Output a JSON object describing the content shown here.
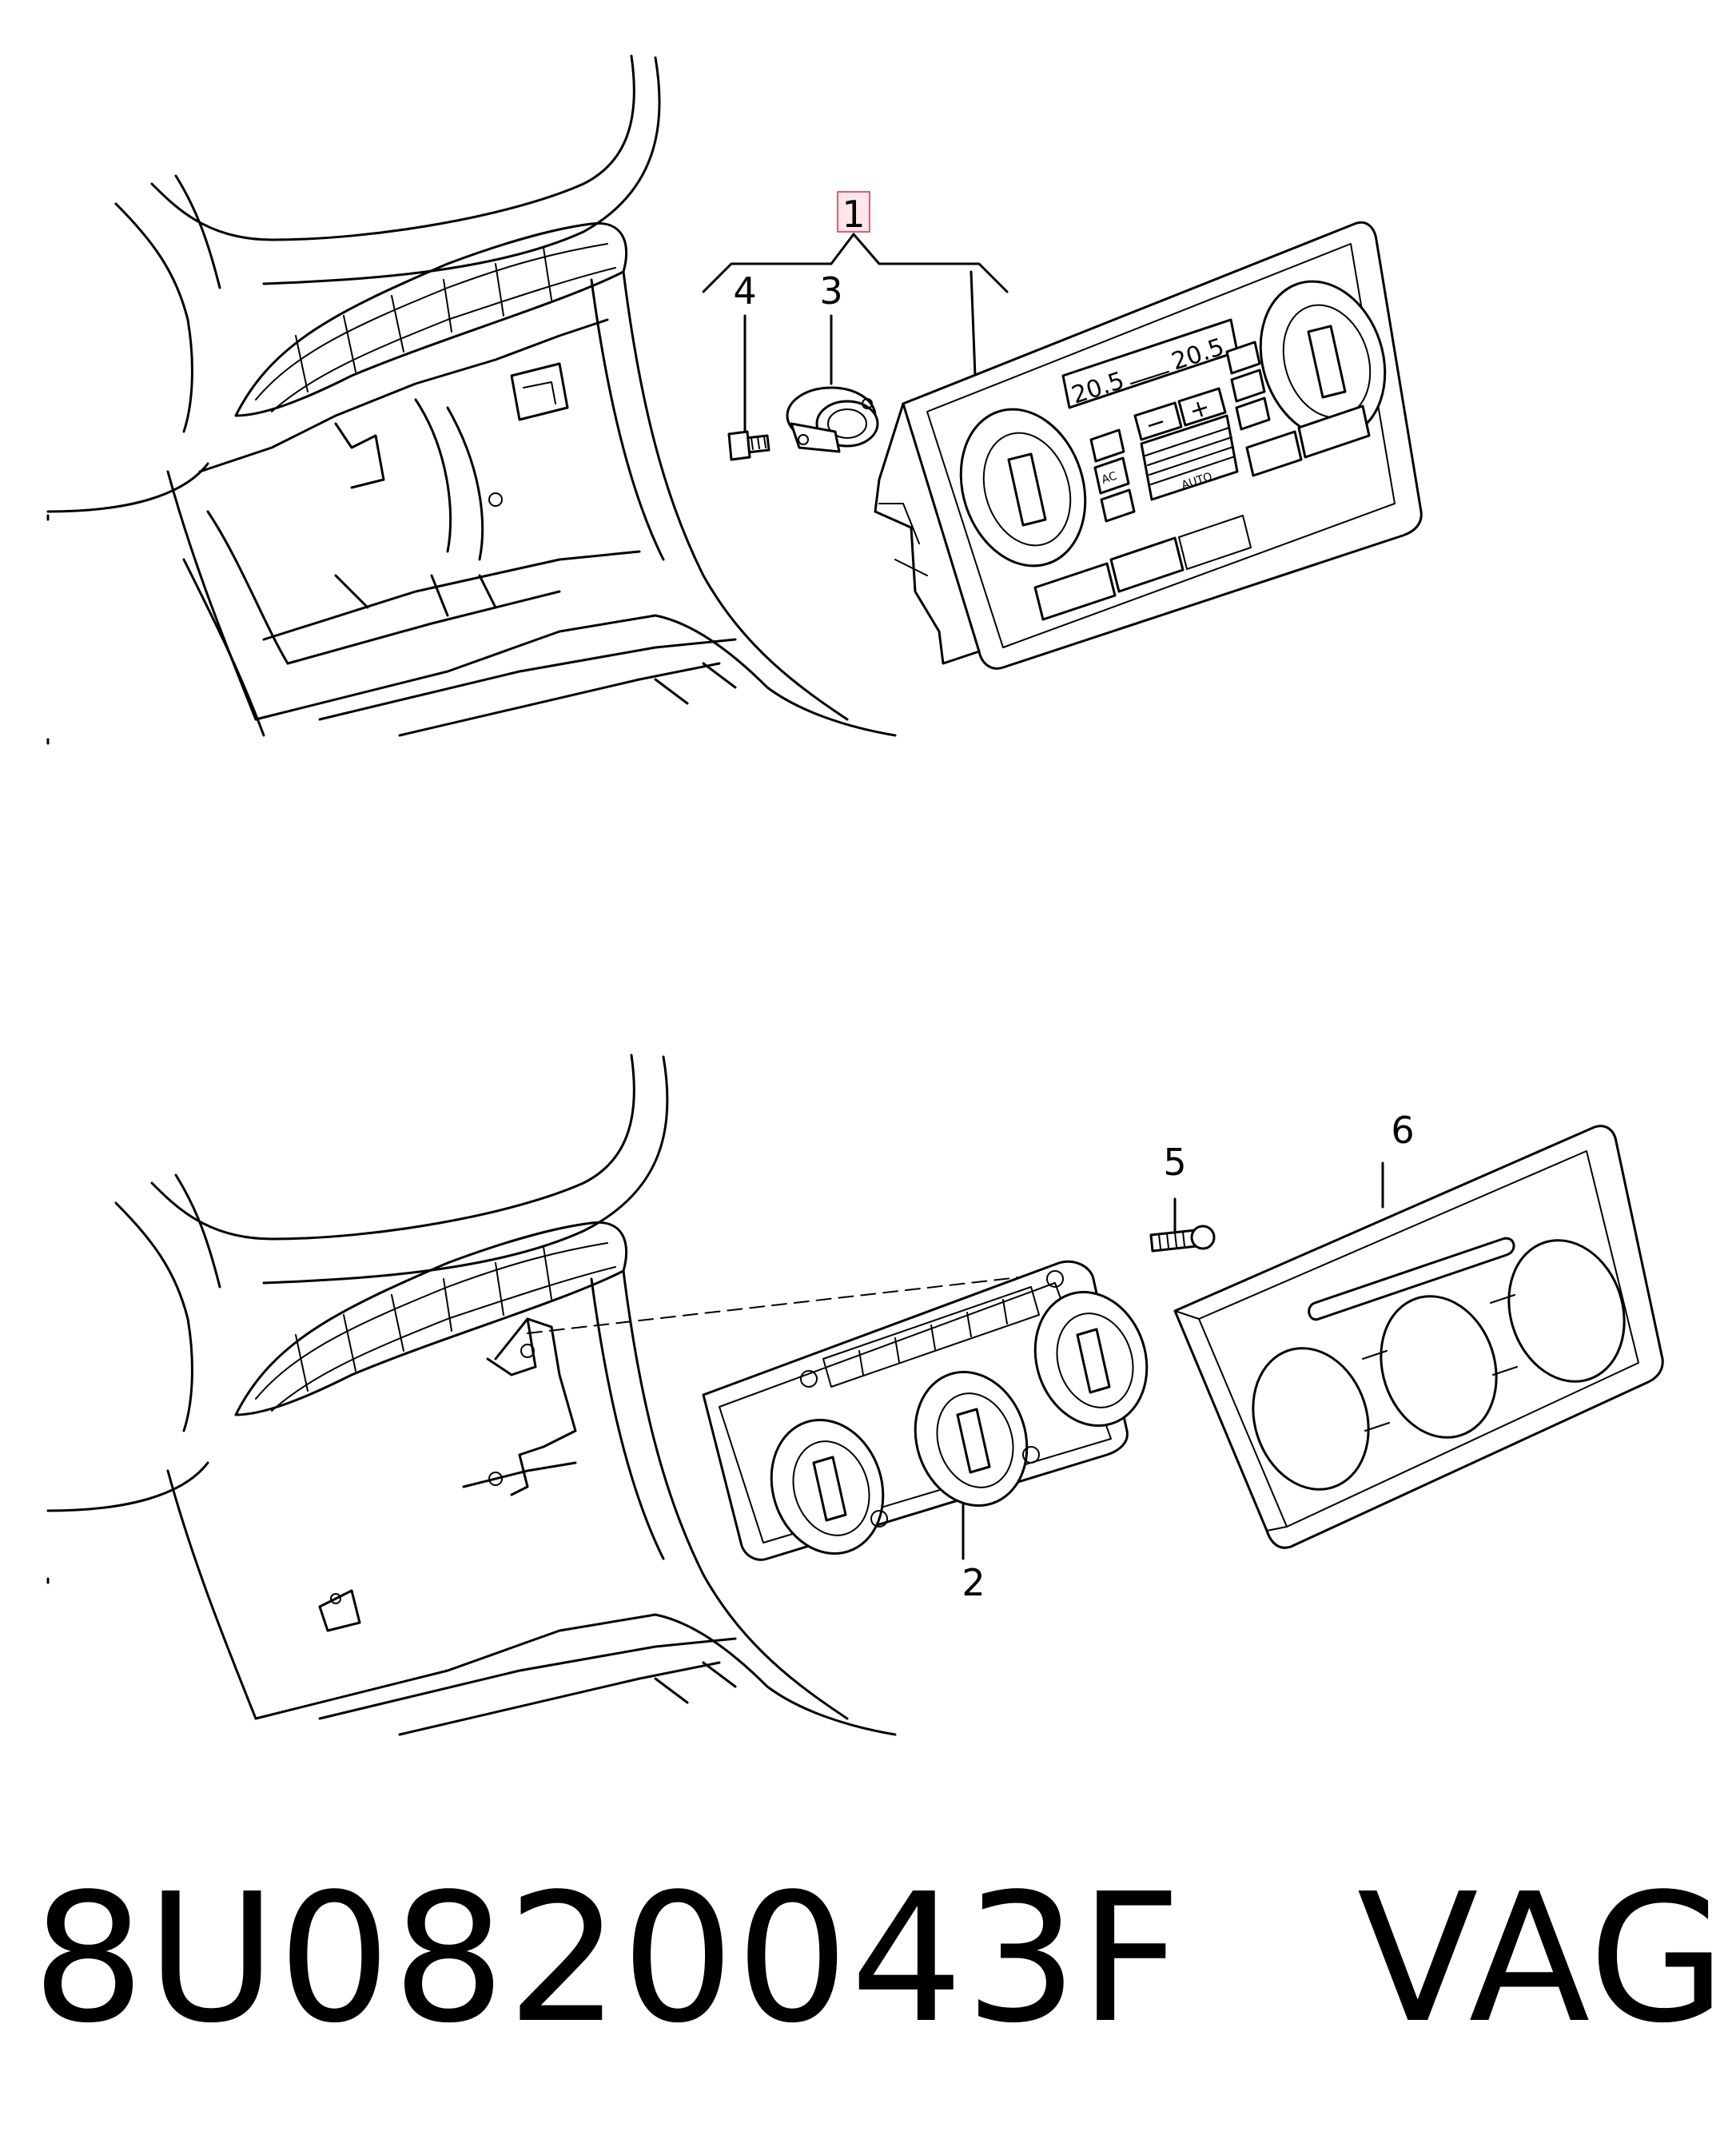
{
  "callouts": {
    "c1": "1",
    "c2": "2",
    "c3": "3",
    "c4": "4",
    "c5": "5",
    "c6": "6"
  },
  "panel": {
    "temp_left": "20.5",
    "temp_right": "20.5",
    "ac_label": "AC",
    "auto_label": "AUTO",
    "minus": "−",
    "plus": "+"
  },
  "footer": {
    "part_number": "8U0820043F",
    "brand": "VAG"
  },
  "colors": {
    "line": "#000000",
    "highlight_fill": "#ffe6ea",
    "highlight_stroke": "#e06070"
  }
}
